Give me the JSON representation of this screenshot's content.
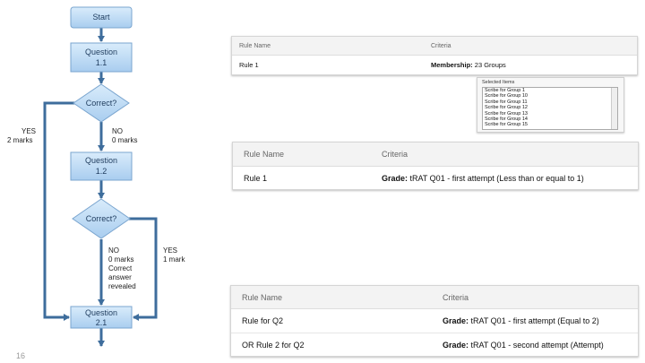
{
  "flowchart": {
    "start": "Start",
    "question1": [
      "Question",
      "1.1"
    ],
    "decision1": "Correct?",
    "yes1": [
      "YES",
      "2 marks"
    ],
    "no1": [
      "NO",
      "0 marks"
    ],
    "question2": [
      "Question",
      "1.2"
    ],
    "decision2": "Correct?",
    "no2": [
      "NO",
      "0 marks",
      "Correct",
      "answer",
      "revealed"
    ],
    "yes2": [
      "YES",
      "1 mark"
    ],
    "question3": [
      "Question",
      "2.1"
    ]
  },
  "panel1": {
    "header": {
      "rule": "Rule Name",
      "criteria": "Criteria"
    },
    "rows": [
      {
        "rule": "Rule 1",
        "criteria_bold": "Membership:",
        "criteria": " 23 Groups"
      }
    ]
  },
  "selected": {
    "title": "Selected Items",
    "items": [
      "Scribe for Group 1",
      "Scribe for Group 10",
      "Scribe for Group 11",
      "Scribe for Group 12",
      "Scribe for Group 13",
      "Scribe for Group 14",
      "Scribe for Group 15"
    ]
  },
  "panel2": {
    "header": {
      "rule": "Rule Name",
      "criteria": "Criteria"
    },
    "rows": [
      {
        "rule": "Rule 1",
        "criteria_bold": "Grade:",
        "criteria": " tRAT Q01 - first attempt (Less than or equal to 1)"
      }
    ]
  },
  "panel3": {
    "header": {
      "rule": "Rule Name",
      "criteria": "Criteria"
    },
    "rows": [
      {
        "rule": "Rule for Q2",
        "criteria_bold": "Grade:",
        "criteria": " tRAT Q01 - first attempt (Equal to 2)"
      },
      {
        "rule": "OR Rule 2 for Q2",
        "criteria_bold": "Grade:",
        "criteria": " tRAT Q01 - second attempt (Attempt)"
      }
    ]
  },
  "page_number": "16"
}
